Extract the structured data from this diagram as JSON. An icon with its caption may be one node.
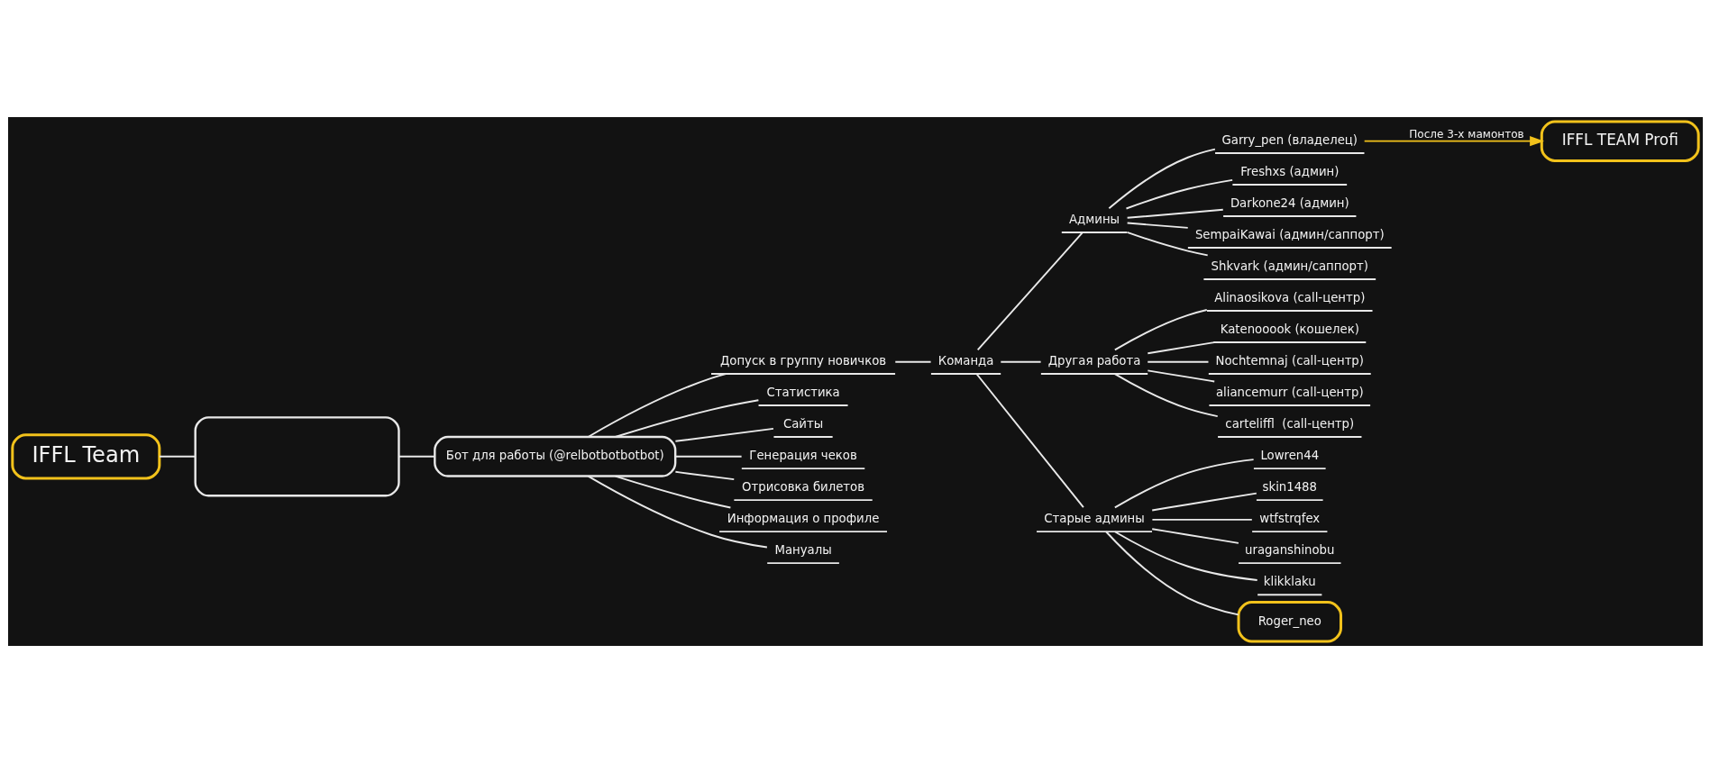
{
  "diagram": {
    "nodes": [
      {
        "text": [
          "IFFL Team"
        ]
      },
      {
        "text": [],
        "shape": "box"
      },
      {
        "text": [
          "Бот для работы (@relbotbotbotbot)"
        ]
      },
      {
        "text": [
          "Допуск в группу новичков"
        ]
      },
      {
        "text": [
          "Команда"
        ]
      },
      {
        "text": [
          "Админы"
        ]
      },
      {
        "text": [
          "Garry_pen (владелец)"
        ]
      },
      {
        "text": [
          "Freshxs (админ)"
        ]
      },
      {
        "text": [
          "Darkone24 (админ)"
        ]
      },
      {
        "text": [
          "SempaiKawai (админ/саппорт)"
        ]
      },
      {
        "text": [
          "Shkvark (админ/саппорт)"
        ]
      },
      {
        "text": [
          "Другая работа"
        ]
      },
      {
        "text": [
          "Alinaosikova (call-центр)"
        ]
      },
      {
        "text": [
          "Katenooook (кошелек)"
        ]
      },
      {
        "text": [
          "Nochtemnaj (call-центр)"
        ]
      },
      {
        "text": [
          "aliancemurr (call-центр)"
        ]
      },
      {
        "text": [
          "carteliffl  (call-центр)"
        ]
      },
      {
        "text": [
          "Старые админы"
        ]
      },
      {
        "text": [
          "Lowren44"
        ]
      },
      {
        "text": [
          "skin1488"
        ]
      },
      {
        "text": [
          "wtfstrqfex"
        ]
      },
      {
        "text": [
          "uraganshinobu"
        ]
      },
      {
        "text": [
          "klikklaku"
        ]
      },
      {
        "text": [
          "Roger_neo"
        ]
      },
      {
        "text": [
          "Статистика"
        ]
      },
      {
        "text": [
          "Сайты"
        ]
      },
      {
        "text": [
          "Генерация чеков"
        ]
      },
      {
        "text": [
          "Отрисовка билетов"
        ]
      },
      {
        "text": [
          "Информация о профиле"
        ]
      },
      {
        "text": [
          "Мануалы"
        ]
      },
      {
        "text": [
          "IFFL TEAM Profi"
        ]
      }
    ],
    "edges": [
      {
        "from": 0,
        "to": 1,
        "arrow": "none"
      },
      {
        "from": 1,
        "to": 2,
        "arrow": "none"
      },
      {
        "from": 2,
        "to": 3,
        "arrow": "none"
      },
      {
        "from": 3,
        "to": 4,
        "arrow": "none"
      },
      {
        "from": 4,
        "to": 5,
        "arrow": "none"
      },
      {
        "from": 5,
        "to": 6,
        "arrow": "none"
      },
      {
        "from": 5,
        "to": 7,
        "arrow": "none"
      },
      {
        "from": 5,
        "to": 8,
        "arrow": "none"
      },
      {
        "from": 5,
        "to": 9,
        "arrow": "none"
      },
      {
        "from": 5,
        "to": 10,
        "arrow": "none"
      },
      {
        "from": 4,
        "to": 11,
        "arrow": "none"
      },
      {
        "from": 11,
        "to": 12,
        "arrow": "none"
      },
      {
        "from": 11,
        "to": 13,
        "arrow": "none"
      },
      {
        "from": 11,
        "to": 14,
        "arrow": "none"
      },
      {
        "from": 11,
        "to": 15,
        "arrow": "none"
      },
      {
        "from": 11,
        "to": 16,
        "arrow": "none"
      },
      {
        "from": 4,
        "to": 17,
        "arrow": "none"
      },
      {
        "from": 17,
        "to": 18,
        "arrow": "none"
      },
      {
        "from": 17,
        "to": 19,
        "arrow": "none"
      },
      {
        "from": 17,
        "to": 20,
        "arrow": "none"
      },
      {
        "from": 17,
        "to": 21,
        "arrow": "none"
      },
      {
        "from": 17,
        "to": 22,
        "arrow": "none"
      },
      {
        "from": 17,
        "to": 23,
        "arrow": "none"
      },
      {
        "from": 2,
        "to": 24,
        "arrow": "none"
      },
      {
        "from": 2,
        "to": 25,
        "arrow": "none"
      },
      {
        "from": 2,
        "to": 26,
        "arrow": "none"
      },
      {
        "from": 2,
        "to": 27,
        "arrow": "none"
      },
      {
        "from": 2,
        "to": 28,
        "arrow": "none"
      },
      {
        "from": 2,
        "to": 29,
        "arrow": "none"
      },
      {
        "from": 6,
        "to": 30,
        "arrow": "to",
        "label": "После 3-х мамонтов",
        "color": "#f2c21b"
      }
    ]
  }
}
